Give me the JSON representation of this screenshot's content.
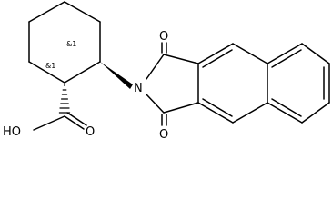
{
  "molecule": {
    "atoms": {
      "oxygen_top": "O",
      "nitrogen": "N",
      "oxygen_bottom": "O",
      "hydroxyl": "HO",
      "carbonyl_oxygen": "O"
    },
    "stereo_labels": {
      "c1": "&1",
      "c2": "&1"
    }
  }
}
